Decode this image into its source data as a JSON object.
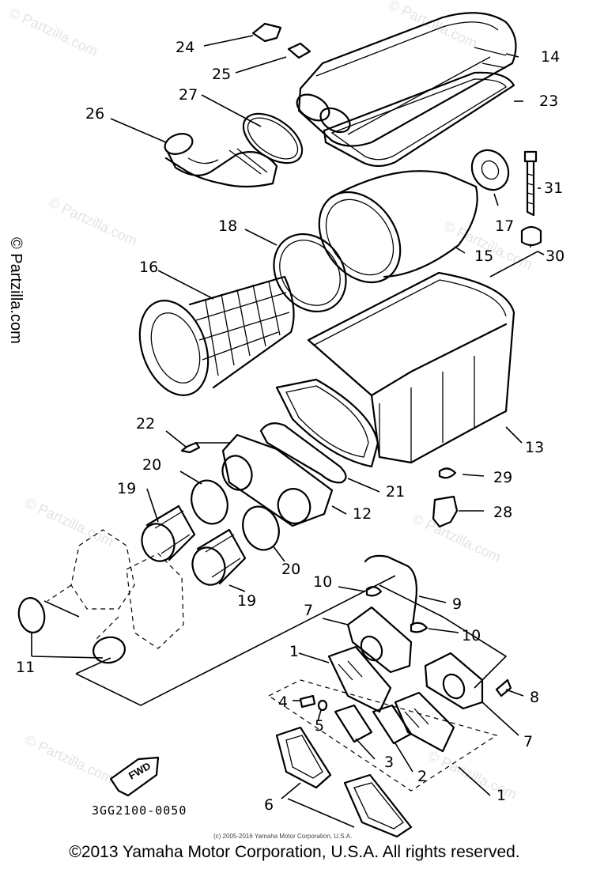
{
  "watermark": "© Partzilla.com",
  "diagram_code": "3GG2100-0050",
  "fwd_label": "FWD",
  "inner_copyright": "(c) 2005-2016 Yamaha Motor Corporation, U.S.A.",
  "footer_copyright": "©2013 Yamaha Motor Corporation, U.S.A. All rights reserved.",
  "callouts": {
    "c1a": "1",
    "c1b": "1",
    "c2": "2",
    "c3": "3",
    "c4": "4",
    "c5": "5",
    "c6": "6",
    "c7a": "7",
    "c7b": "7",
    "c8": "8",
    "c9": "9",
    "c10a": "10",
    "c10b": "10",
    "c11": "11",
    "c12": "12",
    "c13": "13",
    "c14": "14",
    "c15": "15",
    "c16": "16",
    "c17": "17",
    "c18": "18",
    "c19a": "19",
    "c19b": "19",
    "c20a": "20",
    "c20b": "20",
    "c21": "21",
    "c22": "22",
    "c23": "23",
    "c24": "24",
    "c25": "25",
    "c26": "26",
    "c27": "27",
    "c28": "28",
    "c29": "29",
    "c30": "30",
    "c31": "31"
  }
}
